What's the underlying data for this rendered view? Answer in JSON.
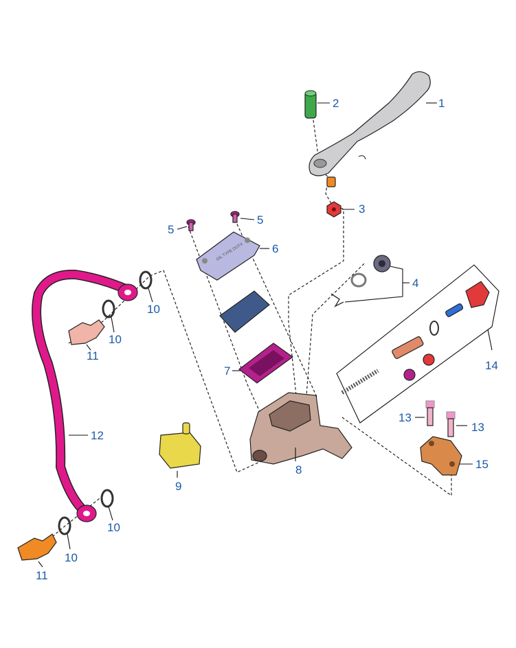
{
  "callouts": {
    "c1": "1",
    "c2": "2",
    "c3": "3",
    "c4": "4",
    "c5a": "5",
    "c5b": "5",
    "c6": "6",
    "c7": "7",
    "c8": "8",
    "c9": "9",
    "c10a": "10",
    "c10b": "10",
    "c10c": "10",
    "c10d": "10",
    "c11a": "11",
    "c11b": "11",
    "c12": "12",
    "c13a": "13",
    "c13b": "13",
    "c14": "14",
    "c15": "15"
  },
  "cover_text": "OIL TYPE DOT4",
  "colors": {
    "label": "#1a5aa8",
    "lever": "#cfcfd2",
    "hose": "#e0198b",
    "pin": "#3fa84a",
    "clamp": "#d98a4a",
    "body": "#c8a89a",
    "bolt_orange": "#f08a24",
    "bolt_pink": "#f0b4a8",
    "switch": "#e8d84a",
    "cap": "#b9b8e0",
    "diaphragm": "#3f5a8a",
    "seal": "#b3228a",
    "piston_seal": "#e23a3a",
    "screw_blue": "#2f6fd6"
  }
}
